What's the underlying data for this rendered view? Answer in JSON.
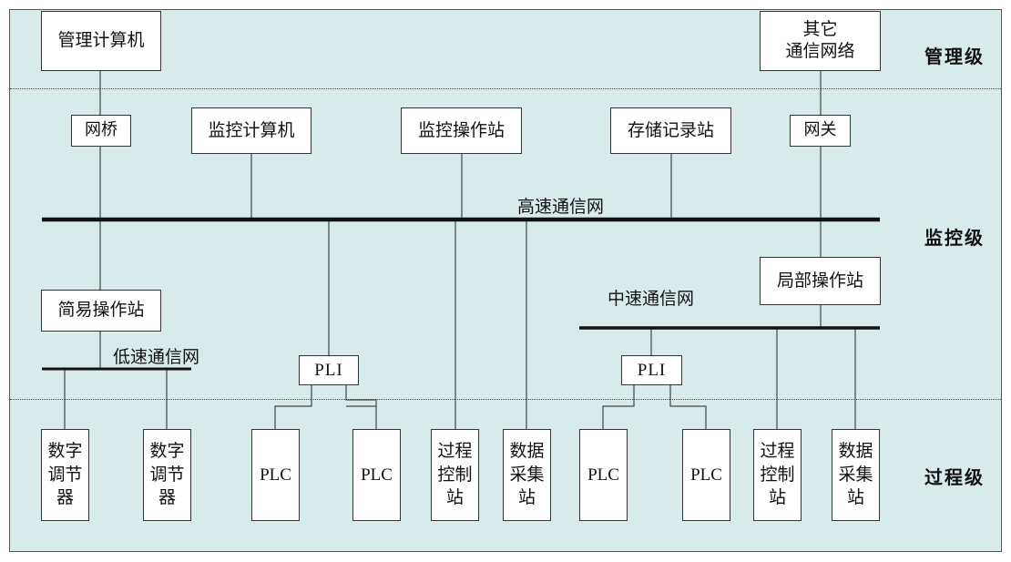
{
  "levels": {
    "management": "管理级",
    "monitoring": "监控级",
    "process": "过程级"
  },
  "networks": {
    "high_speed": "高速通信网",
    "mid_speed": "中速通信网",
    "low_speed": "低速通信网"
  },
  "nodes": {
    "mgmt_computer": "管理计算机",
    "other_network": "其它\n通信网络",
    "bridge": "网桥",
    "supervisory_computer": "监控计算机",
    "supervisory_station": "监控操作站",
    "storage_station": "存储记录站",
    "gateway": "网关",
    "simple_station": "简易操作站",
    "local_station": "局部操作站",
    "pli_left": "PLI",
    "pli_right": "PLI",
    "digital_regulator_1": "数字\n调节\n器",
    "digital_regulator_2": "数字\n调节\n器",
    "plc_1": "PLC",
    "plc_2": "PLC",
    "process_control_1": "过程\n控制\n站",
    "data_acq_1": "数据\n采集\n站",
    "plc_3": "PLC",
    "plc_4": "PLC",
    "process_control_2": "过程\n控制\n站",
    "data_acq_2": "数据\n采集\n站"
  },
  "colors": {
    "background": "#d8ebeb",
    "box_fill": "#ffffff",
    "line": "#333333"
  }
}
